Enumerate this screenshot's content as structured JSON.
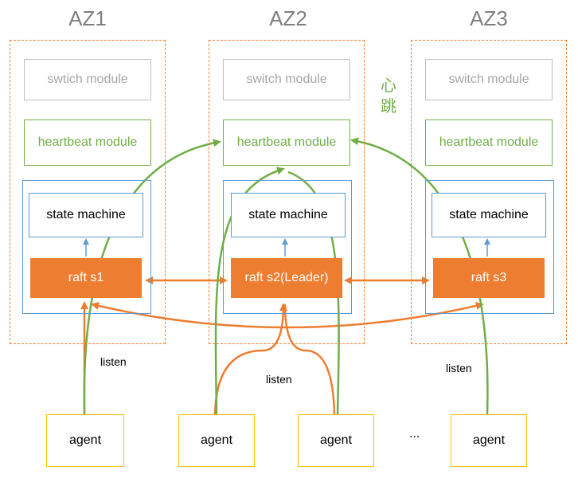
{
  "zones": [
    {
      "title": "AZ1",
      "switch_label": "swtich module",
      "heartbeat_label": "heartbeat module",
      "state_label": "state machine",
      "raft_label": "raft s1"
    },
    {
      "title": "AZ2",
      "switch_label": "switch module",
      "heartbeat_label": "heartbeat module",
      "state_label": "state machine",
      "raft_label": "raft s2(Leader)"
    },
    {
      "title": "AZ3",
      "switch_label": "switch module",
      "heartbeat_label": "heartbeat module",
      "state_label": "state machine",
      "raft_label": "raft s3"
    }
  ],
  "heartbeat_vertical_label": [
    "心",
    "跳"
  ],
  "agents": [
    "agent",
    "agent",
    "agent",
    "agent"
  ],
  "ellipsis": "...",
  "listen_labels": [
    "listen",
    "listen",
    "listen"
  ],
  "colors": {
    "orange": "#ed7d31",
    "green": "#70ad47",
    "blue": "#5b9bd5",
    "gray": "#bfbfbf",
    "yellow": "#ffc000"
  }
}
